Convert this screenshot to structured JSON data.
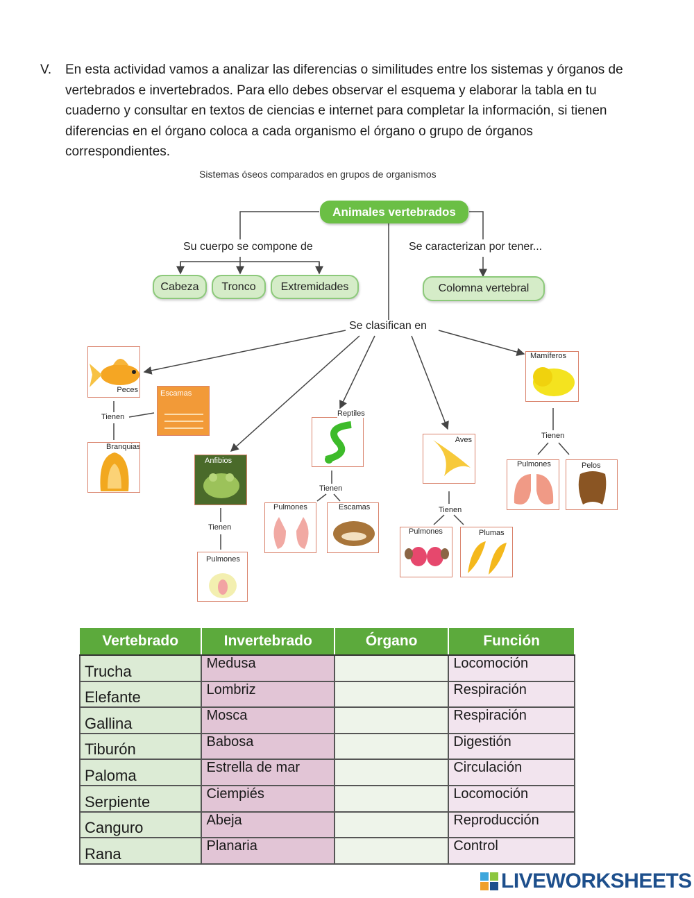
{
  "instructions": {
    "number": "V.",
    "lines": [
      "En esta actividad vamos a analizar las diferencias o similitudes entre los sistemas y órganos de",
      "vertebrados e invertebrados. Para ello debes observar el esquema y elaborar la tabla en tu",
      "cuaderno y consultar en textos de ciencias e internet para completar la información, si tienen",
      "diferencias en el órgano coloca a cada organismo el órgano o grupo de órganos",
      "correspondientes."
    ]
  },
  "concept_map": {
    "title": "Sistemas óseos comparados en grupos de organismos",
    "root": "Animales vertebrados",
    "left_link": "Su cuerpo se compone de",
    "right_link": "Se caracterizan por tener...",
    "parts": [
      "Cabeza",
      "Tronco",
      "Extremidades"
    ],
    "feature": "Colomna vertebral",
    "classify_link": "Se clasifican en",
    "tienen": "Tienen",
    "groups": {
      "peces": {
        "name": "Peces",
        "organs": [
          "Escamas",
          "Branquias"
        ]
      },
      "anfibios": {
        "name": "Anfibios",
        "organs": [
          "Pulmones"
        ]
      },
      "reptiles": {
        "name": "Reptiles",
        "organs": [
          "Pulmones",
          "Escamas"
        ]
      },
      "aves": {
        "name": "Aves",
        "organs": [
          "Pulmones",
          "Plumas"
        ]
      },
      "mamiferos": {
        "name": "Mamíferos",
        "organs": [
          "Pulmones",
          "Pelos"
        ]
      }
    }
  },
  "table": {
    "headers": [
      "Vertebrado",
      "Invertebrado",
      "Órgano",
      "Función"
    ],
    "rows": [
      [
        "Trucha",
        "Medusa",
        "",
        "Locomoción"
      ],
      [
        "Elefante",
        "Lombriz",
        "",
        "Respiración"
      ],
      [
        "Gallina",
        "Mosca",
        "",
        "Respiración"
      ],
      [
        "Tiburón",
        "Babosa",
        "",
        "Digestión"
      ],
      [
        "Paloma",
        "Estrella de mar",
        "",
        "Circulación"
      ],
      [
        "Serpiente",
        "Ciempiés",
        "",
        "Locomoción"
      ],
      [
        "Canguro",
        "Abeja",
        "",
        "Reproducción"
      ],
      [
        "Rana",
        "Planaria",
        "",
        "Control"
      ]
    ]
  },
  "logo": {
    "text": "LIVEWORKSHEETS"
  },
  "colors": {
    "green_header": "#5caa3c",
    "node_green": "#6bbf45",
    "logo_blue": "#1d4f8c"
  }
}
